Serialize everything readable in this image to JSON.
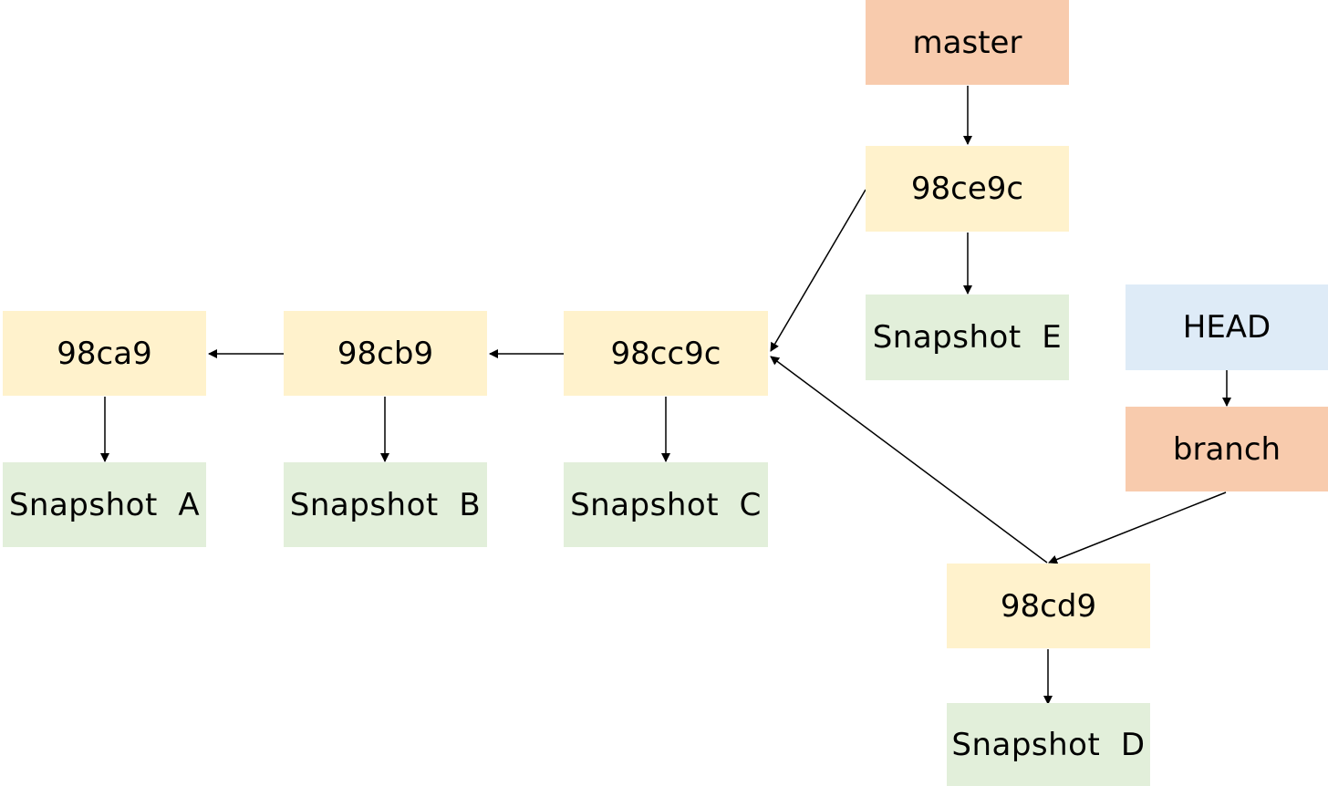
{
  "diagram": {
    "refs": {
      "master": "master",
      "branch": "branch",
      "head": "HEAD"
    },
    "commits": {
      "a": "98ca9",
      "b": "98cb9",
      "c": "98cc9c",
      "d": "98cd9",
      "e": "98ce9c"
    },
    "snapshots": {
      "a": "Snapshot  A",
      "b": "Snapshot  B",
      "c": "Snapshot  C",
      "d": "Snapshot  D",
      "e": "Snapshot  E"
    },
    "colors": {
      "commit": "#fff2cc",
      "snapshot": "#e2efda",
      "ref": "#f8cbad",
      "head": "#deebf7",
      "arrow": "#000000"
    }
  }
}
